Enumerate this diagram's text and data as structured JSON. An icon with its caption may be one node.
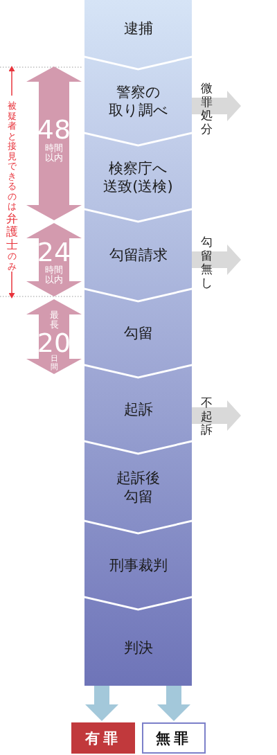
{
  "diagram": {
    "nodes": [
      {
        "text": [
          "逮捕"
        ]
      },
      {
        "text": [
          "警察の取り調べ"
        ]
      },
      {
        "text": [
          "検察庁へ送致(送検)"
        ]
      },
      {
        "text": [
          "勾留請求"
        ]
      },
      {
        "text": [
          "勾留"
        ]
      },
      {
        "text": [
          "起訴"
        ]
      },
      {
        "text": [
          "起訴後勾留"
        ]
      },
      {
        "text": [
          "刑事裁判"
        ]
      },
      {
        "text": [
          "判決"
        ]
      },
      {
        "text": [
          "有罪"
        ]
      },
      {
        "text": [
          "無罪"
        ]
      }
    ],
    "edges": [
      {
        "from": 1,
        "to": null,
        "arrow": "to",
        "label": "微罪処分"
      },
      {
        "from": 3,
        "to": null,
        "arrow": "to",
        "label": "勾留無し"
      },
      {
        "from": 5,
        "to": null,
        "arrow": "to",
        "label": "不起訴"
      },
      {
        "from": 8,
        "to": 9,
        "arrow": "to"
      },
      {
        "from": 8,
        "to": 10,
        "arrow": "to"
      }
    ],
    "labels": [
      "被疑者と接見できるのは**弁護士**のみ",
      "48",
      "時間以内",
      "24",
      "時間以内",
      "最長",
      "20",
      "日間"
    ]
  }
}
